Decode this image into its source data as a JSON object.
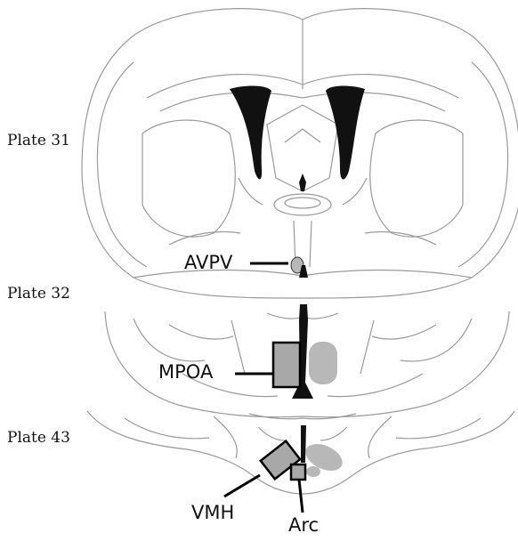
{
  "plates": [
    {
      "id": "plate-31",
      "label": "Plate 31"
    },
    {
      "id": "plate-32",
      "label": "Plate 32"
    },
    {
      "id": "plate-43",
      "label": "Plate 43"
    }
  ],
  "regions": {
    "avpv": "AVPV",
    "mpoa": "MPOA",
    "vmh": "VMH",
    "arc": "Arc"
  },
  "colors": {
    "outline": "#9a9a9a",
    "ventricle": "#111111",
    "nucleus_fill": "#b8b8b8",
    "box_fill": "#a8a8a8",
    "pointer": "#000000"
  }
}
